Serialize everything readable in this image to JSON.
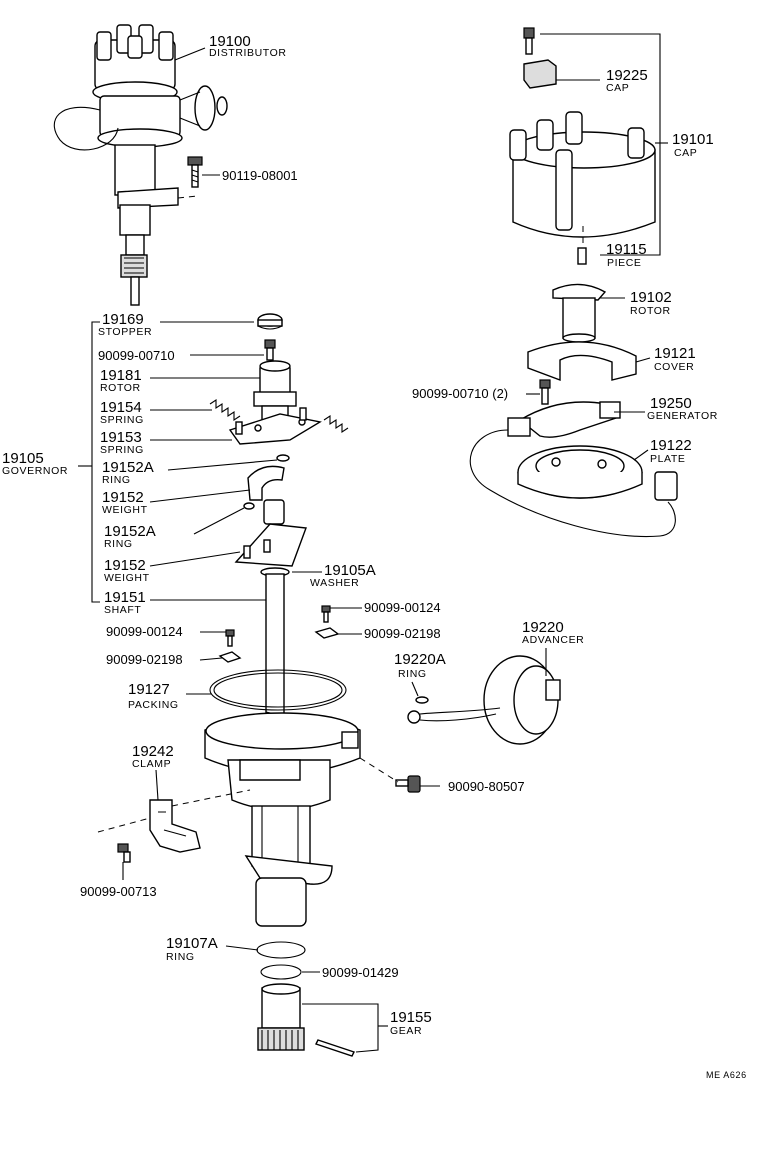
{
  "parts": {
    "p19100": {
      "number": "19100",
      "name": "DISTRIBUTOR"
    },
    "p90119_08001": {
      "number": "90119-08001"
    },
    "p19225": {
      "number": "19225",
      "name": "CAP"
    },
    "p19101": {
      "number": "19101",
      "name": "CAP"
    },
    "p19115": {
      "number": "19115",
      "name": "PIECE"
    },
    "p19102": {
      "number": "19102",
      "name": "ROTOR"
    },
    "p19121": {
      "number": "19121",
      "name": "COVER"
    },
    "p90099_00710b": {
      "number": "90099-00710 (2)"
    },
    "p19250": {
      "number": "19250",
      "name": "GENERATOR"
    },
    "p19122": {
      "number": "19122",
      "name": "PLATE"
    },
    "p19169": {
      "number": "19169",
      "name": "STOPPER"
    },
    "p90099_00710a": {
      "number": "90099-00710"
    },
    "p19181": {
      "number": "19181",
      "name": "ROTOR"
    },
    "p19154": {
      "number": "19154",
      "name": "SPRING"
    },
    "p19153": {
      "number": "19153",
      "name": "SPRING"
    },
    "p19105": {
      "number": "19105",
      "name": "GOVERNOR"
    },
    "p19152Aa": {
      "number": "19152A",
      "name": "RING"
    },
    "p19152a": {
      "number": "19152",
      "name": "WEIGHT"
    },
    "p19152Ab": {
      "number": "19152A",
      "name": "RING"
    },
    "p19152b": {
      "number": "19152",
      "name": "WEIGHT"
    },
    "p19105A": {
      "number": "19105A",
      "name": "WASHER"
    },
    "p19151": {
      "number": "19151",
      "name": "SHAFT"
    },
    "p90099_00124a": {
      "number": "90099-00124"
    },
    "p90099_02198a": {
      "number": "90099-02198"
    },
    "p90099_00124b": {
      "number": "90099-00124"
    },
    "p90099_02198b": {
      "number": "90099-02198"
    },
    "p19220": {
      "number": "19220",
      "name": "ADVANCER"
    },
    "p19220A": {
      "number": "19220A",
      "name": "RING"
    },
    "p19127": {
      "number": "19127",
      "name": "PACKING"
    },
    "p19242": {
      "number": "19242",
      "name": "CLAMP"
    },
    "p90090_80507": {
      "number": "90090-80507"
    },
    "p90099_00713": {
      "number": "90099-00713"
    },
    "p19107A": {
      "number": "19107A",
      "name": "RING"
    },
    "p90099_01429": {
      "number": "90099-01429"
    },
    "p19155": {
      "number": "19155",
      "name": "GEAR"
    }
  },
  "footer": {
    "code": "ME  A626"
  }
}
